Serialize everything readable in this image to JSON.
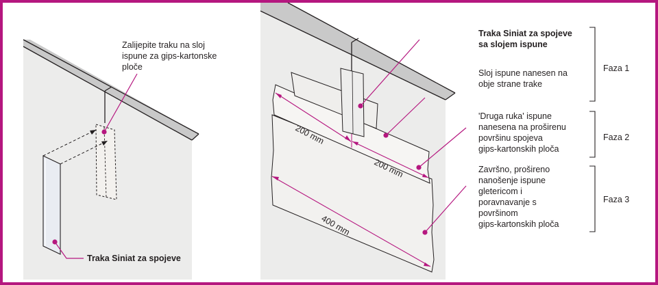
{
  "colors": {
    "frame": "#b5177f",
    "accent": "#b5177f",
    "line": "#231f20",
    "wall": "#ececeb",
    "board_edge": "#c9c9c9",
    "tape": "#ededec",
    "strip": "#e9ecf2"
  },
  "left": {
    "callout": [
      "Zalijepite traku na sloj",
      "ispune za gips-kartonske",
      "ploče"
    ],
    "tape_label": "Traka Siniat za spojeve"
  },
  "right": {
    "label_tape": [
      "Traka Siniat za spojeve",
      "sa slojem ispune"
    ],
    "label_layer": [
      "Sloj ispune nanesen na",
      "obje strane trake"
    ],
    "label_second": [
      "'Druga ruka' ispune",
      "nanesena na proširenu",
      "površinu spojeva",
      "gips-kartonskih ploča"
    ],
    "label_final": [
      "Završno, prošireno",
      "nanošenje ispune",
      "gletericom i",
      "poravnavanje s",
      "površinom",
      "gips-kartonskih ploča"
    ],
    "dims": {
      "d1": "200 mm",
      "d2": "200 mm",
      "d3": "400 mm"
    }
  },
  "phases": [
    "Faza 1",
    "Faza 2",
    "Faza 3"
  ]
}
